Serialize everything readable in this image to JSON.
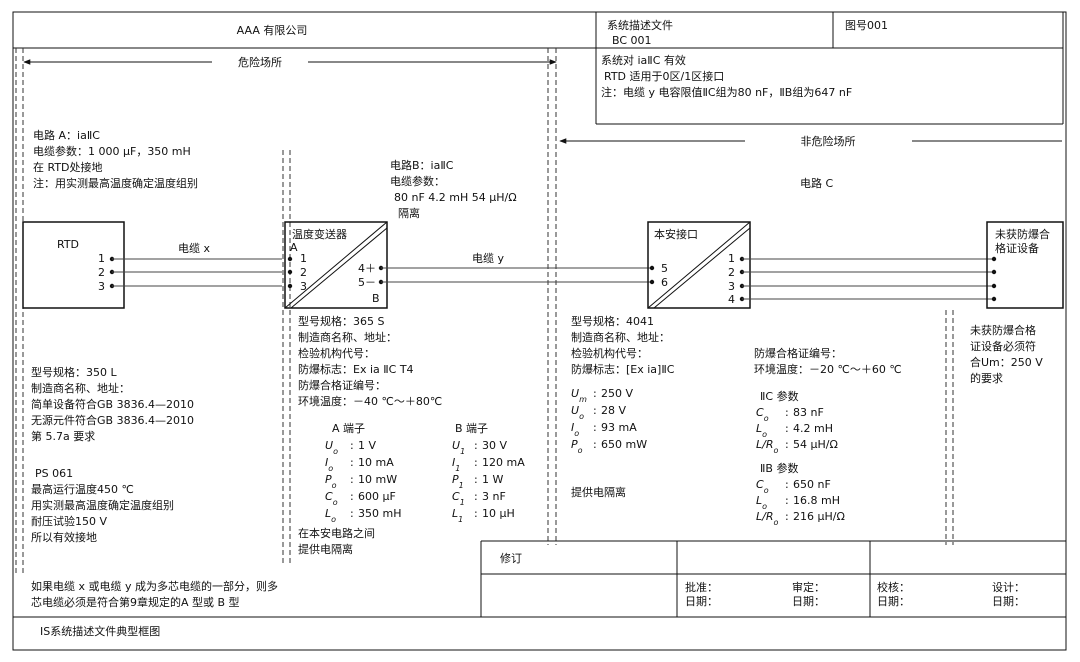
{
  "title_block": {
    "company": "AAA 有限公司",
    "doc_title": "系统描述文件",
    "doc_code": "BC 001",
    "drawing_no": "图号001",
    "notes": [
      "系统对 iaⅡC 有效",
      "RTD 适用于0区/1区接口",
      "注：电缆 y 电容限值ⅡC组为80 nF，ⅡB组为647 nF"
    ]
  },
  "zones": {
    "hazardous": "危险场所",
    "non_hazardous": "非危险场所"
  },
  "circuit_a": {
    "lines": [
      "电路 A：iaⅡC",
      "电缆参数：1 000 μF，350 mH",
      "在 RTD处接地",
      "注：用实测最高温度确定温度组别"
    ]
  },
  "circuit_b": {
    "lines": [
      "电路B：iaⅡC",
      "电缆参数：",
      "80 nF  4.2 mH   54 μH/Ω",
      "隔离"
    ]
  },
  "circuit_c": {
    "label": "电路 C"
  },
  "rtd": {
    "title": "RTD",
    "pins": [
      "1",
      "2",
      "3"
    ],
    "cable_label": "电缆 x",
    "info": [
      "型号规格：350 L",
      "制造商名称、地址：",
      "简单设备符合GB 3836.4—2010",
      "无源元件符合GB 3836.4—2010",
      "第 5.7a 要求"
    ],
    "info2": [
      "PS 061",
      "最高运行温度450 ℃",
      "用实测最高温度确定温度组别",
      "耐压试验150 V",
      "所以有效接地"
    ]
  },
  "transmitter": {
    "title": "温度变送器",
    "side_a": "A",
    "side_b": "B",
    "pins_left": [
      "1",
      "2",
      "3"
    ],
    "pins_right": [
      "4＋",
      "5－"
    ],
    "cable_label": "电缆 y",
    "info": [
      "型号规格：365 S",
      "制造商名称、地址：",
      "检验机构代号：",
      "防爆标志：Ex ia ⅡC T4",
      "防爆合格证编号：",
      "环境温度：－40 ℃～＋80℃"
    ],
    "terminal_a": {
      "header": "A 端子",
      "rows": [
        {
          "sym": "U",
          "sub": "o",
          "val": "1 V"
        },
        {
          "sym": "I",
          "sub": "o",
          "val": "10 mA"
        },
        {
          "sym": "P",
          "sub": "o",
          "val": "10 mW"
        },
        {
          "sym": "C",
          "sub": "o",
          "val": "600 μF"
        },
        {
          "sym": "L",
          "sub": "o",
          "val": "350 mH"
        }
      ]
    },
    "terminal_b": {
      "header": "B 端子",
      "rows": [
        {
          "sym": "U",
          "sub": "1",
          "val": "30 V"
        },
        {
          "sym": "I",
          "sub": "1",
          "val": "120 mA"
        },
        {
          "sym": "P",
          "sub": "1",
          "val": "1 W"
        },
        {
          "sym": "C",
          "sub": "1",
          "val": "3 nF"
        },
        {
          "sym": "L",
          "sub": "1",
          "val": "10 μH"
        }
      ]
    },
    "isolation": [
      "在本安电路之间",
      "提供电隔离"
    ]
  },
  "barrier": {
    "title": "本安接口",
    "pins_left": [
      "5",
      "6"
    ],
    "pins_right": [
      "1",
      "2",
      "3",
      "4"
    ],
    "info": [
      "型号规格：4041",
      "制造商名称、地址：",
      "检验机构代号：",
      "防爆标志：[Ex ia]ⅡC"
    ],
    "params": [
      {
        "sym": "U",
        "sub": "m",
        "val": "250 V"
      },
      {
        "sym": "U",
        "sub": "o",
        "val": "28 V"
      },
      {
        "sym": "I",
        "sub": "o",
        "val": "93 mA"
      },
      {
        "sym": "P",
        "sub": "o",
        "val": "650 mW"
      }
    ],
    "isolation": "提供电隔离",
    "cert": [
      "防爆合格证编号：",
      "环境温度：－20 ℃～＋60 ℃"
    ],
    "group_iic": {
      "header": "ⅡC 参数",
      "rows": [
        {
          "sym": "C",
          "sub": "o",
          "val": "83 nF"
        },
        {
          "sym": "L",
          "sub": "o",
          "val": "4.2 mH"
        },
        {
          "sym": "L/R",
          "sub": "o",
          "val": "54 μH/Ω"
        }
      ]
    },
    "group_iib": {
      "header": "ⅡB 参数",
      "rows": [
        {
          "sym": "C",
          "sub": "o",
          "val": "650 nF"
        },
        {
          "sym": "L",
          "sub": "o",
          "val": "16.8 mH"
        },
        {
          "sym": "L/R",
          "sub": "o",
          "val": "216 μH/Ω"
        }
      ]
    }
  },
  "uncertified": {
    "title": [
      "未获防爆合",
      "格证设备"
    ],
    "note": [
      "未获防爆合格",
      "证设备必须符",
      "合Um：250 V",
      "的要求"
    ]
  },
  "footer": {
    "multicore_note": [
      "如果电缆 x 或电缆 y 成为多芯电缆的一部分，则多",
      "芯电缆必须是符合第9章规定的A 型或 B 型"
    ],
    "caption": "IS系统描述文件典型框图",
    "revision": "修订",
    "approve": "批准：",
    "review": "审定：",
    "check": "校核：",
    "design": "设计：",
    "date": "日期："
  }
}
